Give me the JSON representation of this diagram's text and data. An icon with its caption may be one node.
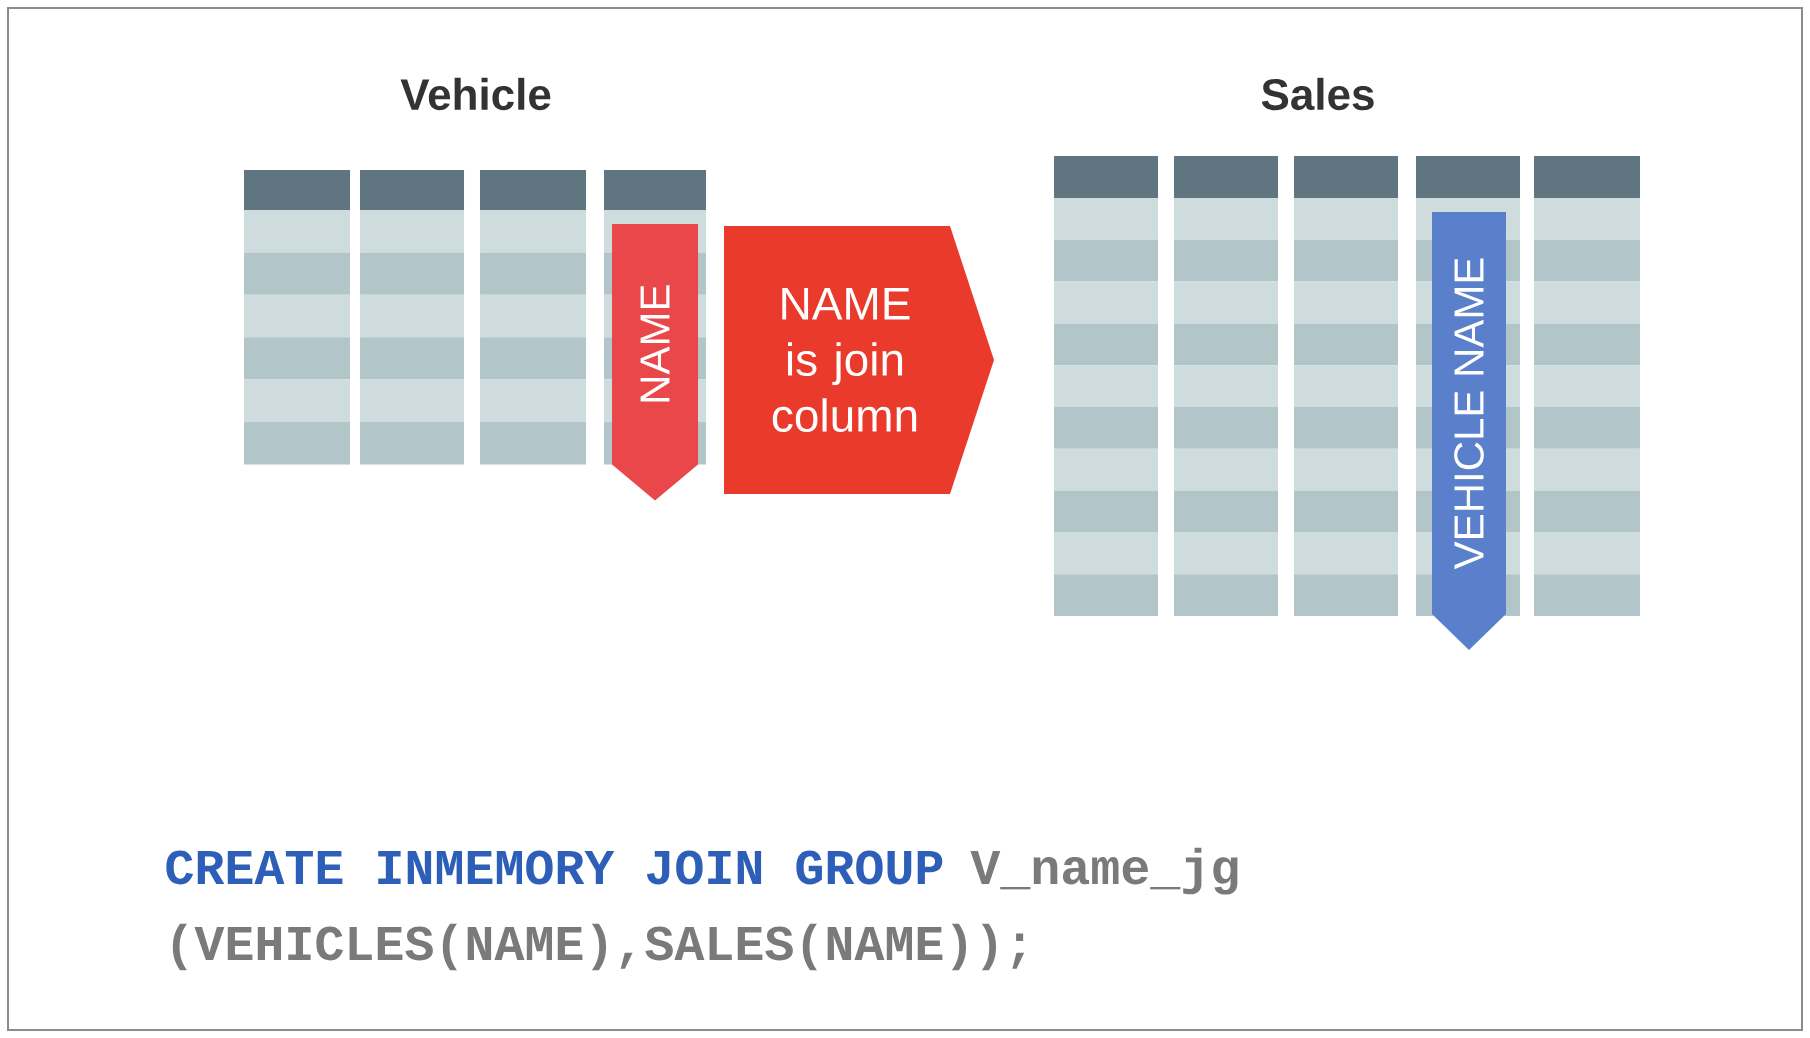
{
  "diagram": {
    "nodes": [
      {
        "text": [
          "Vehicle"
        ]
      },
      {
        "text": [
          "NAME"
        ],
        "in": 0
      },
      {
        "text": [
          "NAME is join column"
        ]
      },
      {
        "text": [
          "Sales"
        ]
      },
      {
        "text": [
          "VEHICLE NAME"
        ],
        "in": 3
      }
    ],
    "labels": [
      "CREATE INMEMORY JOIN GROUP",
      "V_name_jg",
      "(VEHICLES(NAME),SALES(NAME));"
    ]
  }
}
